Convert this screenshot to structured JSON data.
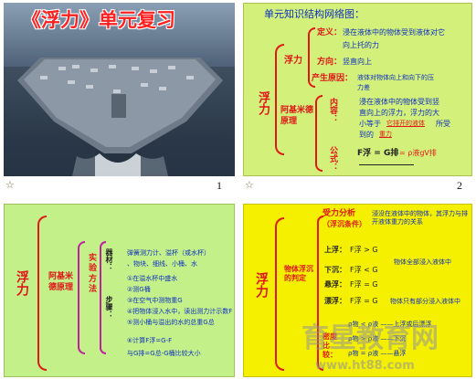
{
  "slides": {
    "s1": {
      "title": "《浮力》单元复习",
      "page": "1"
    },
    "s2": {
      "heading": "单元知识结构网络图：",
      "root": "浮力",
      "branch1": "浮力",
      "def_label": "定义：",
      "def_text1": "浸在液体中的物体受到液体对它",
      "def_text2": "向上托的力",
      "dir_label": "方向：",
      "dir_text": "竖直向上",
      "cause_label": "产生原因：",
      "cause_text1": "液体对物体向上和向下的压",
      "cause_text2": "力差",
      "branch2": "阿基米德原理",
      "content_label": "内容：",
      "content_text1": "浸在液体中的物体受到竖",
      "content_text2": "直向上的浮力，浮力的大",
      "content_text3": "小等于",
      "content_hl": "它排开的液体",
      "content_text4": "所受",
      "content_text5": "到的",
      "content_hl2": "重力",
      "formula_label": "公式：",
      "formula": "F浮 = G排",
      "formula2": "= ρ液gV排",
      "page": "2"
    },
    "s3": {
      "root": "浮力",
      "branch": "阿基米德原理",
      "exp_label": "实验方法",
      "step_label": "步骤：",
      "eq_label": "器材：",
      "eq_text1": "弹簧测力计、溢杯（或水杯）",
      "eq_text2": "、物块、细线、小桶、水",
      "steps": [
        "①在溢水杯中盛水",
        "②测G桶",
        "③在空气中测物重G",
        "④把物体浸入水中，读出测力计示数F",
        "⑤测小桶与溢出的水的总重G总",
        "⑥计算F浮=G-F",
        "与G排=G总-G桶比较大小"
      ]
    },
    "s4": {
      "top1": "受力分析",
      "top2": "浸没在液体中的物体，其浮力与排开液体重力的关系",
      "top_note": "（浮沉条件）",
      "root": "浮力",
      "branch": "物体浮沉的判定",
      "rows": [
        {
          "label": "上浮：",
          "expr": "F浮 > G"
        },
        {
          "label": "下沉：",
          "expr": "F浮 < G"
        },
        {
          "label": "悬浮：",
          "expr": "F浮 = G",
          "note": "物体全部浸入液体中"
        },
        {
          "label": "漂浮：",
          "expr": "F浮 = G",
          "note": "物体只有部分浸入液体中"
        }
      ],
      "density_label": "密度比较：",
      "density_rows": [
        "ρ物 < ρ液 ——上浮或后漂浮",
        "ρ物 > ρ液 ——下沉",
        "ρ物 = ρ液 ——悬浮"
      ],
      "watermark1": "育星教育网",
      "watermark2": "www.ht88.com"
    }
  },
  "colors": {
    "accent_red": "#e01818",
    "text_blue": "#1030c0",
    "slide2_bg": "#d2f07a",
    "slide3_bg": "#c4f08a",
    "slide4_bg": "#f4f000"
  }
}
